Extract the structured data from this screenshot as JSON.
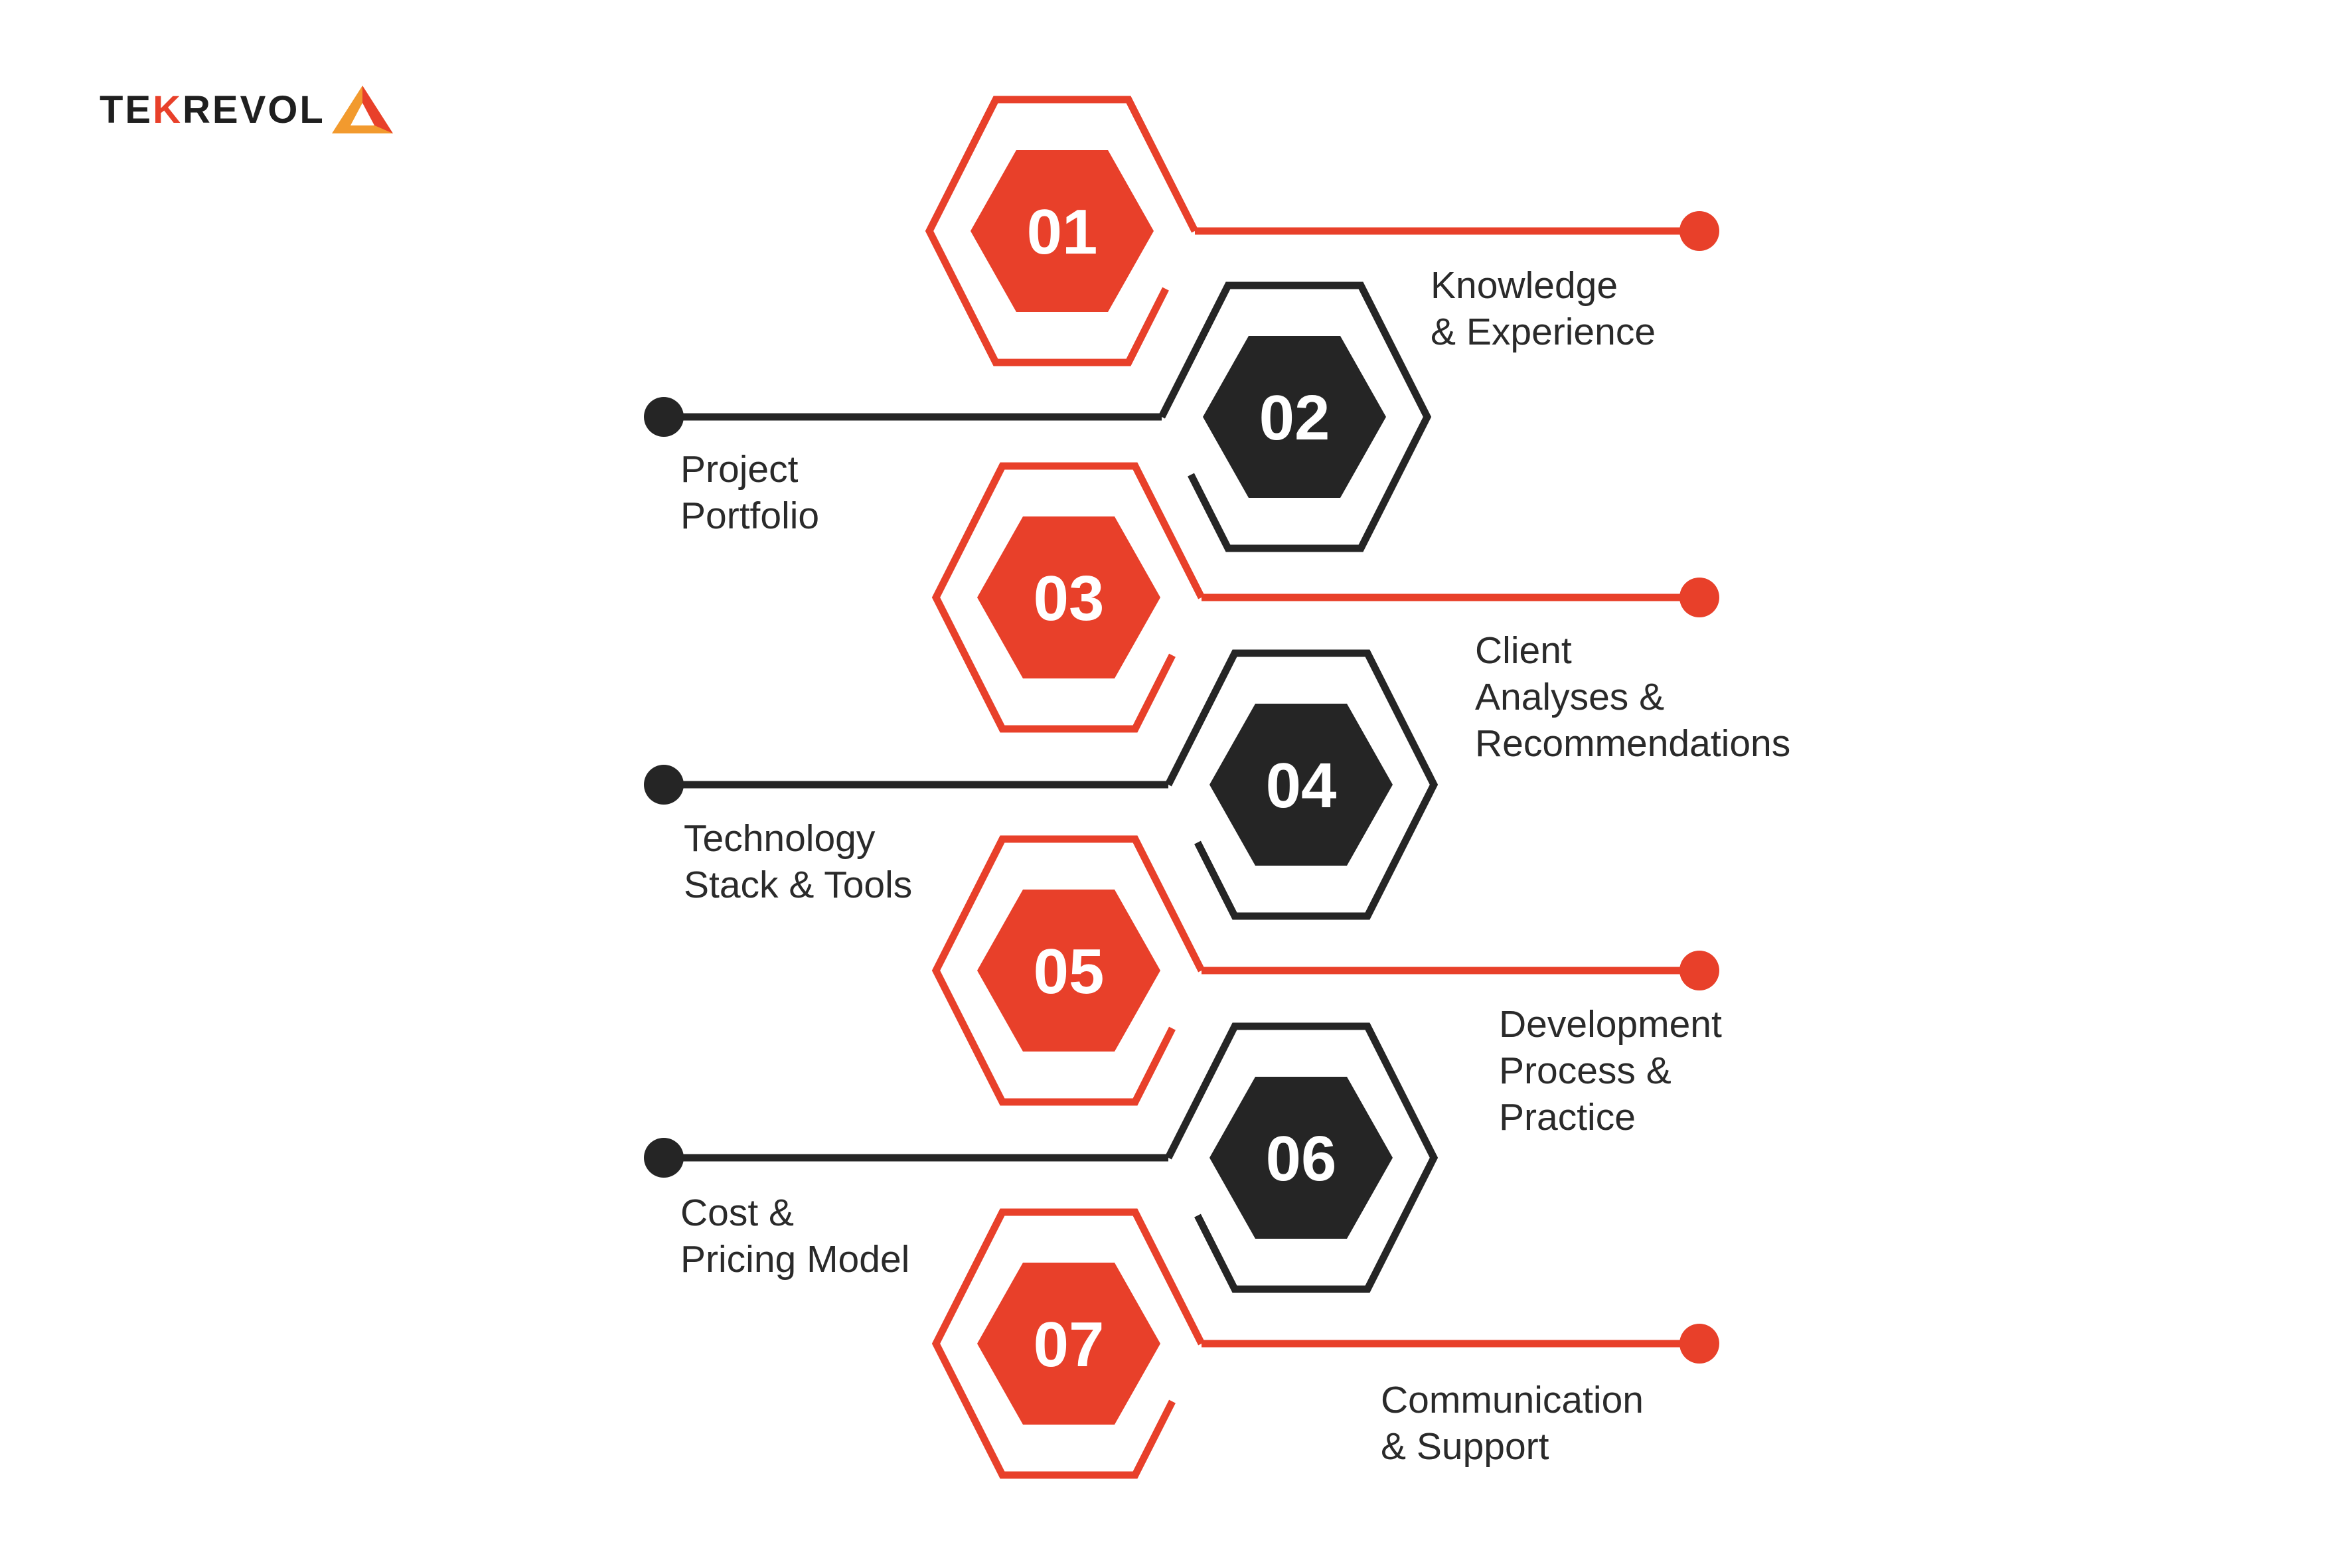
{
  "brand": {
    "logo_text_a": "TE",
    "logo_text_accent": "K",
    "logo_text_b": "REVOL"
  },
  "colors": {
    "red": "#e8402a",
    "dark": "#252525",
    "text": "#2a2a2a",
    "background": "#ffffff"
  },
  "steps": [
    {
      "number": "01",
      "label": "Knowledge\n& Experience",
      "color": "red",
      "side": "right"
    },
    {
      "number": "02",
      "label": "Project\nPortfolio",
      "color": "dark",
      "side": "left"
    },
    {
      "number": "03",
      "label": "Client\nAnalyses &\nRecommendations",
      "color": "red",
      "side": "right"
    },
    {
      "number": "04",
      "label": "Technology\nStack & Tools",
      "color": "dark",
      "side": "left"
    },
    {
      "number": "05",
      "label": "Development\nProcess &\nPractice",
      "color": "red",
      "side": "right"
    },
    {
      "number": "06",
      "label": "Cost &\nPricing Model",
      "color": "dark",
      "side": "left"
    },
    {
      "number": "07",
      "label": "Communication\n& Support",
      "color": "red",
      "side": "right"
    }
  ]
}
